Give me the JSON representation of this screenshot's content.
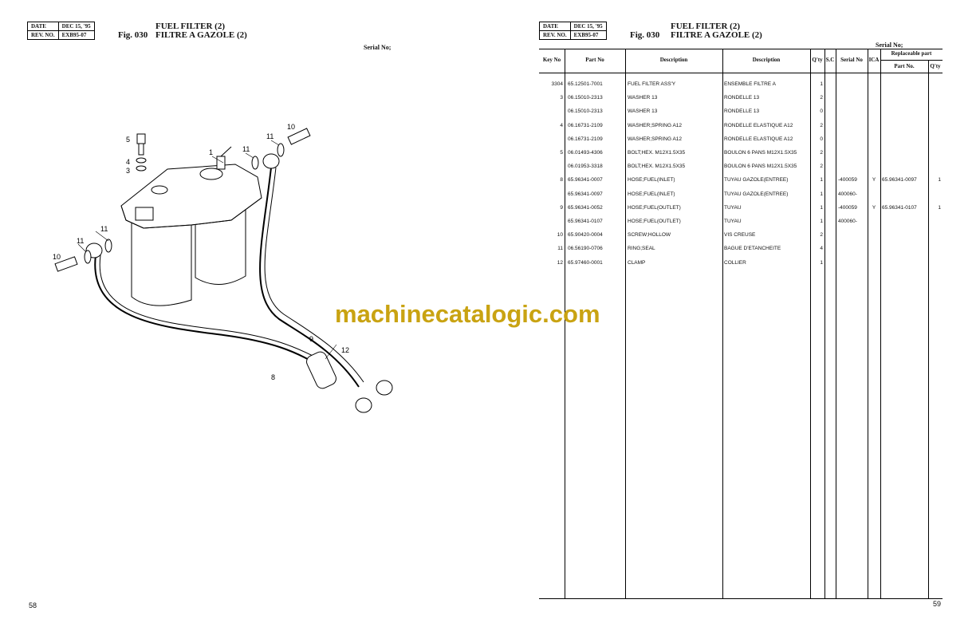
{
  "left_page": {
    "date_label": "DATE",
    "date_value": "DEC 15, '95",
    "rev_label": "REV. NO.",
    "rev_value": "EXB95-07",
    "fig_label": "Fig. 030",
    "title_en": "FUEL FILTER (2)",
    "title_fr": "FILTRE A GAZOLE (2)",
    "serial_label": "Serial No;",
    "page_number": "58",
    "callouts": [
      "1",
      "3",
      "4",
      "5",
      "8",
      "9",
      "10",
      "10",
      "11",
      "11",
      "11",
      "11",
      "12"
    ]
  },
  "right_page": {
    "date_label": "DATE",
    "date_value": "DEC 15, '95",
    "rev_label": "REV. NO.",
    "rev_value": "EXB95-07",
    "fig_label": "Fig. 030",
    "title_en": "FUEL FILTER (2)",
    "title_fr": "FILTRE A GAZOLE (2)",
    "serial_label": "Serial No;",
    "page_number": "59",
    "headers": {
      "key_no": "Key No",
      "part_no": "Part No",
      "description_en": "Description",
      "description_fr": "Description",
      "qty": "Q'ty",
      "sc": "S.C",
      "serial_no": "Serial No",
      "ica": "ICA",
      "replaceable_part": "Replaceable part",
      "rp_part_no": "Part No.",
      "rp_qty": "Q'ty"
    },
    "rows": [
      {
        "key": "3304",
        "part": "65.12501-7001",
        "desc_en": "FUEL FILTER ASS'Y",
        "desc_fr": "ENSEMBLE FILTRE A",
        "qty": "1",
        "sc": "",
        "serial": "",
        "ica": "",
        "rp_part": "",
        "rp_qty": ""
      },
      {
        "key": "3",
        "part": "06.15010-2313",
        "desc_en": "WASHER 13",
        "desc_fr": "RONDELLE 13",
        "qty": "2",
        "sc": "",
        "serial": "",
        "ica": "",
        "rp_part": "",
        "rp_qty": ""
      },
      {
        "key": "",
        "part": "06.15010-2313",
        "desc_en": "WASHER 13",
        "desc_fr": "RONDELLE 13",
        "qty": "0",
        "sc": "",
        "serial": "",
        "ica": "",
        "rp_part": "",
        "rp_qty": ""
      },
      {
        "key": "4",
        "part": "06.16731-2109",
        "desc_en": "WASHER;SPRING A12",
        "desc_fr": "RONDELLE ELASTIQUE A12",
        "qty": "2",
        "sc": "",
        "serial": "",
        "ica": "",
        "rp_part": "",
        "rp_qty": ""
      },
      {
        "key": "",
        "part": "06.16731-2109",
        "desc_en": "WASHER;SPRING A12",
        "desc_fr": "RONDELLE ELASTIQUE A12",
        "qty": "0",
        "sc": "",
        "serial": "",
        "ica": "",
        "rp_part": "",
        "rp_qty": ""
      },
      {
        "key": "5",
        "part": "06.01493-4306",
        "desc_en": "BOLT;HEX. M12X1.5X35",
        "desc_fr": "BOULON 6 PANS M12X1.5X35",
        "qty": "2",
        "sc": "",
        "serial": "",
        "ica": "",
        "rp_part": "",
        "rp_qty": ""
      },
      {
        "key": "",
        "part": "06.01953-3318",
        "desc_en": "BOLT;HEX. M12X1.5X35",
        "desc_fr": "BOULON 6 PANS M12X1.5X35",
        "qty": "2",
        "sc": "",
        "serial": "",
        "ica": "",
        "rp_part": "",
        "rp_qty": ""
      },
      {
        "key": "8",
        "part": "65.96341-0007",
        "desc_en": "HOSE;FUEL(INLET)",
        "desc_fr": "TUYAU GAZOLE(ENTREE)",
        "qty": "1",
        "sc": "",
        "serial": "-400059",
        "ica": "Y",
        "rp_part": "65.96341-0097",
        "rp_qty": "1"
      },
      {
        "key": "",
        "part": "65.96341-0097",
        "desc_en": "HOSE;FUEL(INLET)",
        "desc_fr": "TUYAU GAZOLE(ENTREE)",
        "qty": "1",
        "sc": "",
        "serial": "400060-",
        "ica": "",
        "rp_part": "",
        "rp_qty": ""
      },
      {
        "key": "9",
        "part": "65.96341-0052",
        "desc_en": "HOSE;FUEL(OUTLET)",
        "desc_fr": "TUYAU",
        "qty": "1",
        "sc": "",
        "serial": "-400059",
        "ica": "Y",
        "rp_part": "65.96341-0107",
        "rp_qty": "1"
      },
      {
        "key": "",
        "part": "65.96341-0107",
        "desc_en": "HOSE;FUEL(OUTLET)",
        "desc_fr": "TUYAU",
        "qty": "1",
        "sc": "",
        "serial": "400060-",
        "ica": "",
        "rp_part": "",
        "rp_qty": ""
      },
      {
        "key": "10",
        "part": "65.90420-0004",
        "desc_en": "SCREW;HOLLOW",
        "desc_fr": "VIS CREUSE",
        "qty": "2",
        "sc": "",
        "serial": "",
        "ica": "",
        "rp_part": "",
        "rp_qty": ""
      },
      {
        "key": "11",
        "part": "06.56190-0706",
        "desc_en": "RING;SEAL",
        "desc_fr": "BAGUE D'ETANCHEITE",
        "qty": "4",
        "sc": "",
        "serial": "",
        "ica": "",
        "rp_part": "",
        "rp_qty": ""
      },
      {
        "key": "12",
        "part": "65.97460-0001",
        "desc_en": "CLAMP",
        "desc_fr": "COLLIER",
        "qty": "1",
        "sc": "",
        "serial": "",
        "ica": "",
        "rp_part": "",
        "rp_qty": ""
      }
    ]
  },
  "watermark": "machinecatalogic.com"
}
